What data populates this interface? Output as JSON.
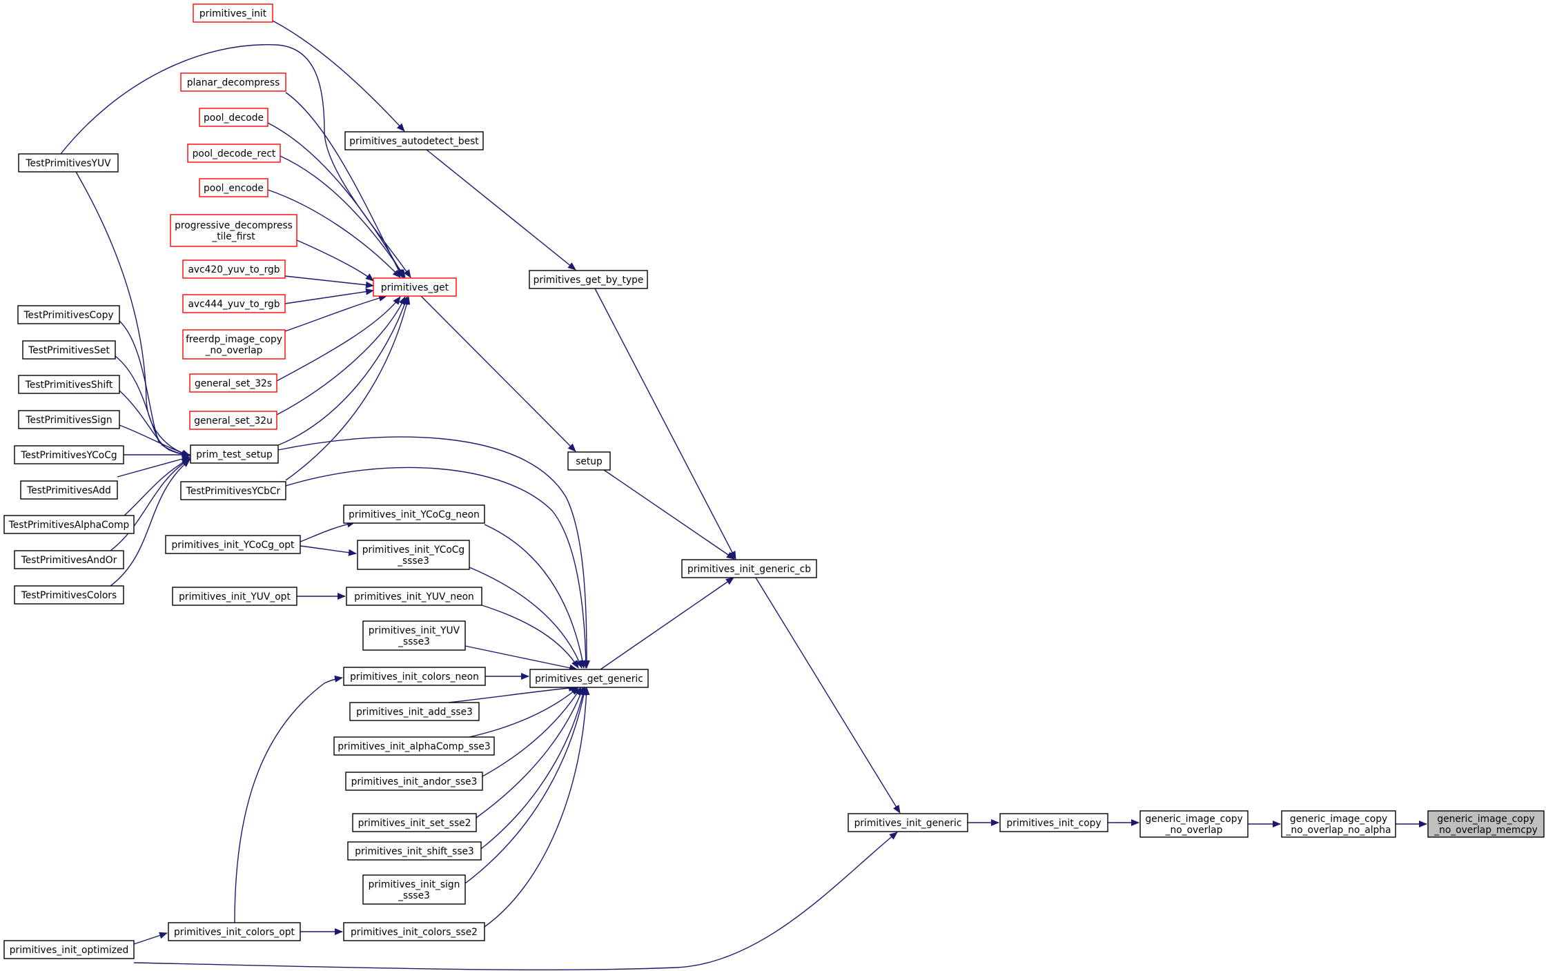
{
  "colors": {
    "edge": "#191970",
    "node_border_default": "#000000",
    "node_border_truncated": "#ff0000",
    "node_fill_default": "#ffffff",
    "node_fill_focus": "#bfbfbf"
  },
  "nodes": [
    {
      "id": "focus",
      "lines": [
        "generic_image_copy",
        "_no_overlap_memcpy"
      ],
      "style": "focus"
    },
    {
      "id": "noalpha",
      "lines": [
        "generic_image_copy",
        "_no_overlap_no_alpha"
      ],
      "style": "normal"
    },
    {
      "id": "nooverlap",
      "lines": [
        "generic_image_copy",
        "_no_overlap"
      ],
      "style": "normal"
    },
    {
      "id": "initcopy",
      "lines": [
        "primitives_init_copy"
      ],
      "style": "normal"
    },
    {
      "id": "initgeneric",
      "lines": [
        "primitives_init_generic"
      ],
      "style": "normal"
    },
    {
      "id": "initgenericcb",
      "lines": [
        "primitives_init_generic_cb"
      ],
      "style": "normal"
    },
    {
      "id": "initoptimized",
      "lines": [
        "primitives_init_optimized"
      ],
      "style": "normal"
    },
    {
      "id": "getbytype",
      "lines": [
        "primitives_get_by_type"
      ],
      "style": "normal"
    },
    {
      "id": "setup",
      "lines": [
        "setup"
      ],
      "style": "normal"
    },
    {
      "id": "getgeneric",
      "lines": [
        "primitives_get_generic"
      ],
      "style": "normal"
    },
    {
      "id": "autodetect",
      "lines": [
        "primitives_autodetect_best"
      ],
      "style": "normal"
    },
    {
      "id": "primget",
      "lines": [
        "primitives_get"
      ],
      "style": "truncated"
    },
    {
      "id": "priminit",
      "lines": [
        "primitives_init"
      ],
      "style": "truncated"
    },
    {
      "id": "planar",
      "lines": [
        "planar_decompress"
      ],
      "style": "truncated"
    },
    {
      "id": "pooldecode",
      "lines": [
        "pool_decode"
      ],
      "style": "truncated"
    },
    {
      "id": "pooldecoderect",
      "lines": [
        "pool_decode_rect"
      ],
      "style": "truncated"
    },
    {
      "id": "poolencode",
      "lines": [
        "pool_encode"
      ],
      "style": "truncated"
    },
    {
      "id": "progressive",
      "lines": [
        "progressive_decompress",
        "_tile_first"
      ],
      "style": "truncated"
    },
    {
      "id": "avc420",
      "lines": [
        "avc420_yuv_to_rgb"
      ],
      "style": "truncated"
    },
    {
      "id": "avc444",
      "lines": [
        "avc444_yuv_to_rgb"
      ],
      "style": "truncated"
    },
    {
      "id": "freerdp",
      "lines": [
        "freerdp_image_copy",
        "_no_overlap"
      ],
      "style": "truncated"
    },
    {
      "id": "gset32s",
      "lines": [
        "general_set_32s"
      ],
      "style": "truncated"
    },
    {
      "id": "gset32u",
      "lines": [
        "general_set_32u"
      ],
      "style": "truncated"
    },
    {
      "id": "primtest",
      "lines": [
        "prim_test_setup"
      ],
      "style": "normal"
    },
    {
      "id": "tpycbcr",
      "lines": [
        "TestPrimitivesYCbCr"
      ],
      "style": "normal"
    },
    {
      "id": "tpyuv",
      "lines": [
        "TestPrimitivesYUV"
      ],
      "style": "normal"
    },
    {
      "id": "tpcopy",
      "lines": [
        "TestPrimitivesCopy"
      ],
      "style": "normal"
    },
    {
      "id": "tpset",
      "lines": [
        "TestPrimitivesSet"
      ],
      "style": "normal"
    },
    {
      "id": "tpshift",
      "lines": [
        "TestPrimitivesShift"
      ],
      "style": "normal"
    },
    {
      "id": "tpsign",
      "lines": [
        "TestPrimitivesSign"
      ],
      "style": "normal"
    },
    {
      "id": "tpycocg",
      "lines": [
        "TestPrimitivesYCoCg"
      ],
      "style": "normal"
    },
    {
      "id": "tpadd",
      "lines": [
        "TestPrimitivesAdd"
      ],
      "style": "normal"
    },
    {
      "id": "tpalpha",
      "lines": [
        "TestPrimitivesAlphaComp"
      ],
      "style": "normal"
    },
    {
      "id": "tpandor",
      "lines": [
        "TestPrimitivesAndOr"
      ],
      "style": "normal"
    },
    {
      "id": "tpcolors",
      "lines": [
        "TestPrimitivesColors"
      ],
      "style": "normal"
    },
    {
      "id": "ycocgneon",
      "lines": [
        "primitives_init_YCoCg_neon"
      ],
      "style": "normal"
    },
    {
      "id": "ycocgopt",
      "lines": [
        "primitives_init_YCoCg_opt"
      ],
      "style": "normal"
    },
    {
      "id": "ycocgssse3",
      "lines": [
        "primitives_init_YCoCg",
        "_ssse3"
      ],
      "style": "normal"
    },
    {
      "id": "yuvopt",
      "lines": [
        "primitives_init_YUV_opt"
      ],
      "style": "normal"
    },
    {
      "id": "yuvneon",
      "lines": [
        "primitives_init_YUV_neon"
      ],
      "style": "normal"
    },
    {
      "id": "yuvssse3",
      "lines": [
        "primitives_init_YUV",
        "_ssse3"
      ],
      "style": "normal"
    },
    {
      "id": "colorsneon",
      "lines": [
        "primitives_init_colors_neon"
      ],
      "style": "normal"
    },
    {
      "id": "addsse3",
      "lines": [
        "primitives_init_add_sse3"
      ],
      "style": "normal"
    },
    {
      "id": "alphasse3",
      "lines": [
        "primitives_init_alphaComp_sse3"
      ],
      "style": "normal"
    },
    {
      "id": "andorsse3",
      "lines": [
        "primitives_init_andor_sse3"
      ],
      "style": "normal"
    },
    {
      "id": "setsse2",
      "lines": [
        "primitives_init_set_sse2"
      ],
      "style": "normal"
    },
    {
      "id": "shiftsse3",
      "lines": [
        "primitives_init_shift_sse3"
      ],
      "style": "normal"
    },
    {
      "id": "signssse3",
      "lines": [
        "primitives_init_sign",
        "_ssse3"
      ],
      "style": "normal"
    },
    {
      "id": "colorssse2",
      "lines": [
        "primitives_init_colors_sse2"
      ],
      "style": "normal"
    },
    {
      "id": "colorsopt",
      "lines": [
        "primitives_init_colors_opt"
      ],
      "style": "normal"
    }
  ],
  "edges": [
    {
      "from": "noalpha",
      "to": "focus"
    },
    {
      "from": "nooverlap",
      "to": "noalpha"
    },
    {
      "from": "initcopy",
      "to": "nooverlap"
    },
    {
      "from": "initgeneric",
      "to": "initcopy"
    },
    {
      "from": "initgenericcb",
      "to": "initgeneric"
    },
    {
      "from": "initoptimized",
      "to": "initgeneric"
    },
    {
      "from": "getbytype",
      "to": "initgenericcb"
    },
    {
      "from": "setup",
      "to": "initgenericcb"
    },
    {
      "from": "getgeneric",
      "to": "initgenericcb"
    },
    {
      "from": "autodetect",
      "to": "getbytype"
    },
    {
      "from": "primget",
      "to": "setup"
    },
    {
      "from": "priminit",
      "to": "autodetect"
    },
    {
      "from": "planar",
      "to": "primget"
    },
    {
      "from": "pooldecode",
      "to": "primget"
    },
    {
      "from": "pooldecoderect",
      "to": "primget"
    },
    {
      "from": "poolencode",
      "to": "primget"
    },
    {
      "from": "progressive",
      "to": "primget"
    },
    {
      "from": "avc420",
      "to": "primget"
    },
    {
      "from": "avc444",
      "to": "primget"
    },
    {
      "from": "freerdp",
      "to": "primget"
    },
    {
      "from": "gset32s",
      "to": "primget"
    },
    {
      "from": "gset32u",
      "to": "primget"
    },
    {
      "from": "primtest",
      "to": "primget"
    },
    {
      "from": "tpycbcr",
      "to": "primget"
    },
    {
      "from": "tpyuv",
      "to": "primget"
    },
    {
      "from": "tpyuv",
      "to": "primtest"
    },
    {
      "from": "tpcopy",
      "to": "primtest"
    },
    {
      "from": "tpset",
      "to": "primtest"
    },
    {
      "from": "tpshift",
      "to": "primtest"
    },
    {
      "from": "tpsign",
      "to": "primtest"
    },
    {
      "from": "tpycocg",
      "to": "primtest"
    },
    {
      "from": "tpadd",
      "to": "primtest"
    },
    {
      "from": "tpalpha",
      "to": "primtest"
    },
    {
      "from": "tpandor",
      "to": "primtest"
    },
    {
      "from": "tpcolors",
      "to": "primtest"
    },
    {
      "from": "primtest",
      "to": "getgeneric"
    },
    {
      "from": "tpycbcr",
      "to": "getgeneric"
    },
    {
      "from": "ycocgneon",
      "to": "getgeneric"
    },
    {
      "from": "ycocgssse3",
      "to": "getgeneric"
    },
    {
      "from": "yuvneon",
      "to": "getgeneric"
    },
    {
      "from": "yuvssse3",
      "to": "getgeneric"
    },
    {
      "from": "colorsneon",
      "to": "getgeneric"
    },
    {
      "from": "addsse3",
      "to": "getgeneric"
    },
    {
      "from": "alphasse3",
      "to": "getgeneric"
    },
    {
      "from": "andorsse3",
      "to": "getgeneric"
    },
    {
      "from": "setsse2",
      "to": "getgeneric"
    },
    {
      "from": "shiftsse3",
      "to": "getgeneric"
    },
    {
      "from": "signssse3",
      "to": "getgeneric"
    },
    {
      "from": "colorssse2",
      "to": "getgeneric"
    },
    {
      "from": "ycocgopt",
      "to": "ycocgneon"
    },
    {
      "from": "ycocgopt",
      "to": "ycocgssse3"
    },
    {
      "from": "yuvopt",
      "to": "yuvneon"
    },
    {
      "from": "colorsopt",
      "to": "colorsneon"
    },
    {
      "from": "colorsopt",
      "to": "colorssse2"
    },
    {
      "from": "initoptimized",
      "to": "colorsopt"
    }
  ]
}
